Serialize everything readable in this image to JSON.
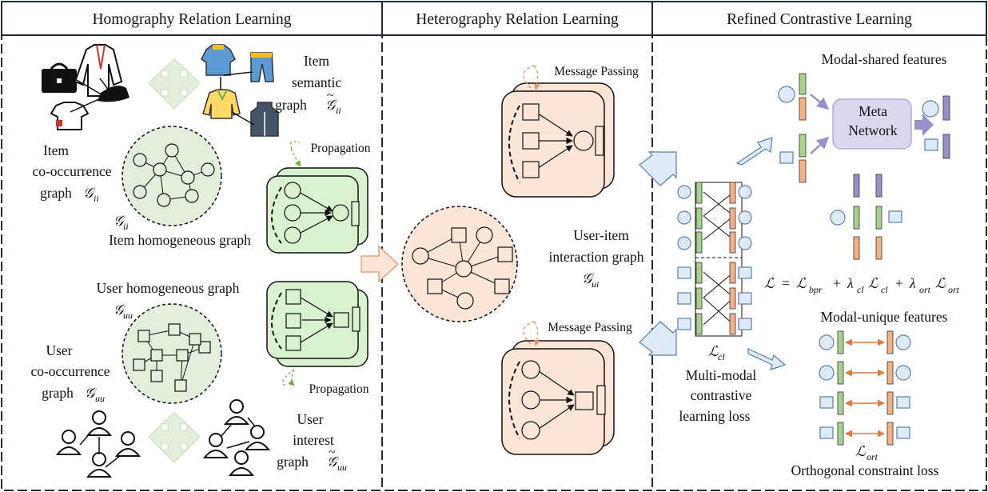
{
  "sections": {
    "homography": "Homography Relation Learning",
    "heterography": "Heterography Relation Learning",
    "refined": "Refined Contrastive Learning"
  },
  "homography": {
    "item_semantic_1": "Item",
    "item_semantic_2": "semantic",
    "item_semantic_3": "graph",
    "item_cooc_1": "Item",
    "item_cooc_2": "co-occurrence",
    "item_cooc_3": "graph",
    "item_homog": "Item homogeneous graph",
    "propagation_top": "Propagation",
    "user_homog": "User homogeneous graph",
    "user_cooc_1": "User",
    "user_cooc_2": "co-occurrence",
    "user_cooc_3": "graph",
    "propagation_bottom": "Propagation",
    "user_interest_1": "User",
    "user_interest_2": "interest",
    "user_interest_3": "graph"
  },
  "heterography": {
    "message_top": "Message Passing",
    "ui_graph_1": "User-item",
    "ui_graph_2": "interaction graph",
    "message_bottom": "Message Passing"
  },
  "refined": {
    "modal_shared": "Modal-shared features",
    "meta_1": "Meta",
    "meta_2": "Network",
    "modal_unique": "Modal-unique features",
    "mm_1": "Multi-modal",
    "mm_2": "contrastive",
    "mm_3": "learning loss",
    "orth": "Orthogonal constraint loss"
  },
  "symbols": {
    "G": "𝒢",
    "L": "ℒ",
    "ii": "ii",
    "uu": "uu",
    "ui": "ui",
    "cl": "cl",
    "ort": "ort",
    "bpr": "bpr",
    "lambda": "λ",
    "tilde": "~",
    "bar": "‾"
  },
  "colors": {
    "green": "#a9d18e",
    "orange": "#f4b183",
    "purple": "#9b8fc9",
    "circle_fill": "#deebf7",
    "green_panel": "#d9f2d0",
    "orange_panel": "#fbe5d6",
    "arrow_fill": "#deebf7"
  }
}
